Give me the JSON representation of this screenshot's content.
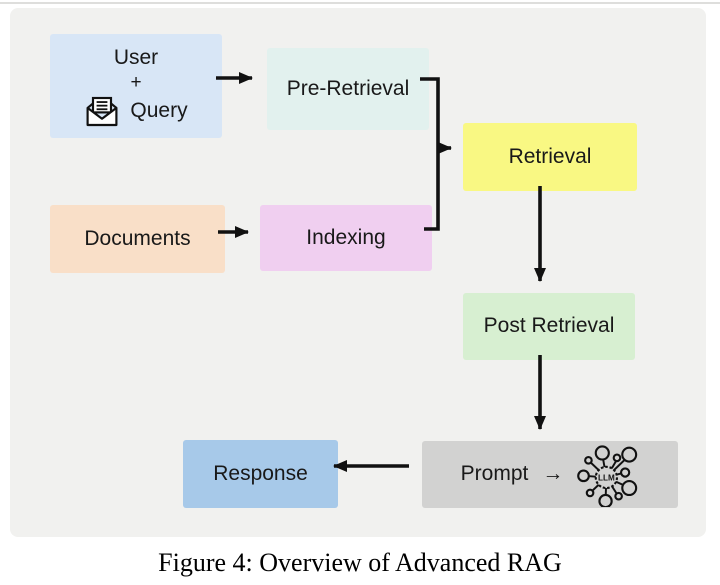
{
  "page": {
    "background": "#ffffff",
    "panel_background": "#f1f1ef"
  },
  "caption": "Figure 4: Overview of Advanced RAG",
  "diagram": {
    "nodes": {
      "user_query": {
        "line1": "User",
        "line2": "+",
        "line3": "Query",
        "icon": "open-envelope-icon",
        "color": "#d8e6f6"
      },
      "pre_retrieval": {
        "label": "Pre-Retrieval",
        "color": "#e2f1ee"
      },
      "documents": {
        "label": "Documents",
        "color": "#f9dfc8"
      },
      "indexing": {
        "label": "Indexing",
        "color": "#f0cff0"
      },
      "retrieval": {
        "label": "Retrieval",
        "color": "#f9f883"
      },
      "post_retrieval": {
        "label": "Post Retrieval",
        "color": "#d7efd1"
      },
      "prompt": {
        "label": "Prompt",
        "arrow_glyph": "→",
        "icon": "llm-network-icon",
        "icon_label": "LLM",
        "color": "#d2d2d1"
      },
      "response": {
        "label": "Response",
        "color": "#a7c9e9"
      }
    },
    "edges": [
      {
        "from": "user_query",
        "to": "pre_retrieval"
      },
      {
        "from": "documents",
        "to": "indexing"
      },
      {
        "from": "pre_retrieval",
        "to": "retrieval"
      },
      {
        "from": "indexing",
        "to": "retrieval"
      },
      {
        "from": "retrieval",
        "to": "post_retrieval"
      },
      {
        "from": "post_retrieval",
        "to": "prompt"
      },
      {
        "from": "prompt",
        "to": "response"
      }
    ],
    "arrow_color": "#111111"
  }
}
